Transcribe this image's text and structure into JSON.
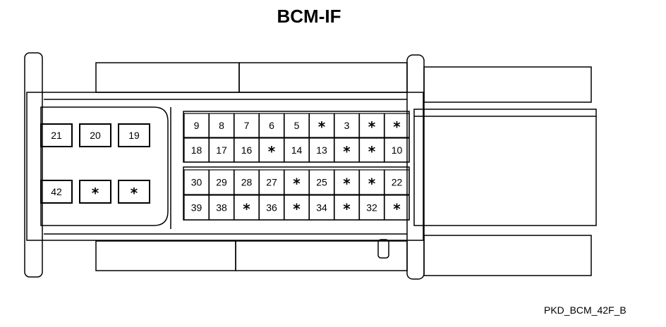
{
  "title": "BCM-IF",
  "drawing_ref": "PKD_BCM_42F_B",
  "left_block": {
    "rows": [
      [
        "21",
        "20",
        "19"
      ],
      [
        "42",
        "*",
        "*"
      ]
    ]
  },
  "right_upper": {
    "rows": [
      [
        "9",
        "8",
        "7",
        "6",
        "5",
        "*",
        "3",
        "*",
        "*"
      ],
      [
        "18",
        "17",
        "16",
        "*",
        "14",
        "13",
        "*",
        "*",
        "10"
      ]
    ]
  },
  "right_lower": {
    "rows": [
      [
        "30",
        "29",
        "28",
        "27",
        "*",
        "25",
        "*",
        "*",
        "22"
      ],
      [
        "39",
        "38",
        "*",
        "36",
        "*",
        "34",
        "*",
        "32",
        "*"
      ]
    ]
  }
}
